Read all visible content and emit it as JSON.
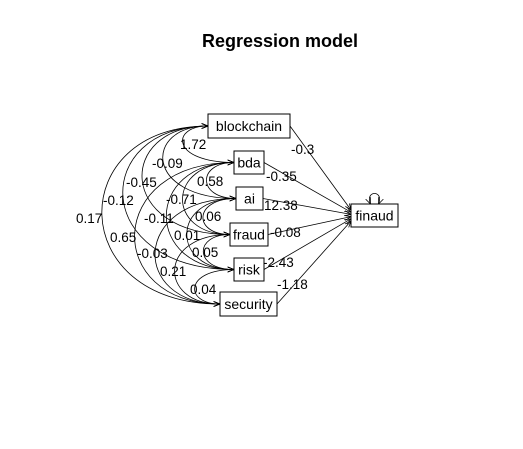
{
  "title": "Regression model",
  "nodes": {
    "blockchain": "blockchain",
    "bda": "bda",
    "ai": "ai",
    "fraud": "fraud",
    "risk": "risk",
    "security": "security",
    "finaud": "finaud"
  },
  "paths": [
    {
      "from": "blockchain",
      "to": "finaud",
      "coef": "-0.3"
    },
    {
      "from": "bda",
      "to": "finaud",
      "coef": "-0.35"
    },
    {
      "from": "ai",
      "to": "finaud",
      "coef": "12.38"
    },
    {
      "from": "fraud",
      "to": "finaud",
      "coef": "-0.08"
    },
    {
      "from": "risk",
      "to": "finaud",
      "coef": "-2.43"
    },
    {
      "from": "security",
      "to": "finaud",
      "coef": "-1.18"
    }
  ],
  "covariances": [
    {
      "from": "blockchain",
      "to": "bda",
      "coef": "1.72"
    },
    {
      "from": "blockchain",
      "to": "ai",
      "coef": "-0.09"
    },
    {
      "from": "blockchain",
      "to": "fraud",
      "coef": "-0.45"
    },
    {
      "from": "blockchain",
      "to": "risk",
      "coef": "-0.12"
    },
    {
      "from": "blockchain",
      "to": "security",
      "coef": "0.17"
    },
    {
      "from": "bda",
      "to": "ai",
      "coef": "0.58"
    },
    {
      "from": "bda",
      "to": "fraud",
      "coef": "-0.71"
    },
    {
      "from": "bda",
      "to": "risk",
      "coef": "-0.11"
    },
    {
      "from": "bda",
      "to": "security",
      "coef": "0.65"
    },
    {
      "from": "ai",
      "to": "fraud",
      "coef": "0.06"
    },
    {
      "from": "ai",
      "to": "risk",
      "coef": "0.01"
    },
    {
      "from": "ai",
      "to": "security",
      "coef": "-0.03"
    },
    {
      "from": "fraud",
      "to": "risk",
      "coef": "0.05"
    },
    {
      "from": "fraud",
      "to": "security",
      "coef": "0.21"
    },
    {
      "from": "risk",
      "to": "security",
      "coef": "0.04"
    }
  ]
}
